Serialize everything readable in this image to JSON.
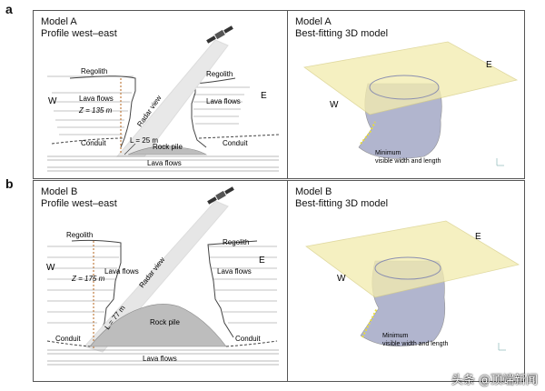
{
  "panels": {
    "a": {
      "tag": "a",
      "profile": {
        "title1": "Model A",
        "title2": "Profile west–east",
        "regolith_left": "Regolith",
        "regolith_right": "Regolith",
        "west": "W",
        "east": "E",
        "lava_left": "Lava flows",
        "z": "Z = 135 m",
        "lava_right": "Lava flows",
        "radar": "Radar view",
        "l": "L = 25 m",
        "conduit_left": "Conduit",
        "rock_pile": "Rock pile",
        "conduit_right": "Conduit",
        "lava_bottom": "Lava flows"
      },
      "model3d": {
        "title1": "Model A",
        "title2": "Best-fitting 3D model",
        "east": "E",
        "west": "W",
        "note1": "Minimum",
        "note2": "visible width and length"
      }
    },
    "b": {
      "tag": "b",
      "profile": {
        "title1": "Model B",
        "title2": "Profile west–east",
        "regolith_left": "Regolith",
        "regolith_right": "Regolith",
        "west": "W",
        "east": "E",
        "z": "Z = 175 m",
        "lava_left": "Lava flows",
        "lava_right": "Lava flows",
        "radar": "Radar view",
        "l": "L = 77 m",
        "rock_pile": "Rock pile",
        "conduit_left": "Conduit",
        "conduit_right": "Conduit",
        "lava_bottom": "Lava flows"
      },
      "model3d": {
        "title1": "Model B",
        "title2": "Best-fitting 3D model",
        "east": "E",
        "west": "W",
        "note1": "Minimum",
        "note2": "visible width and length"
      }
    }
  },
  "watermark": "头条 @顶端新闻",
  "colors": {
    "plane": "#f3ecb0",
    "pit": "#a9adc9",
    "rock": "#bdbdbd",
    "dashed_red": "#b5651d",
    "dotted_yellow": "#e8dc3c"
  }
}
